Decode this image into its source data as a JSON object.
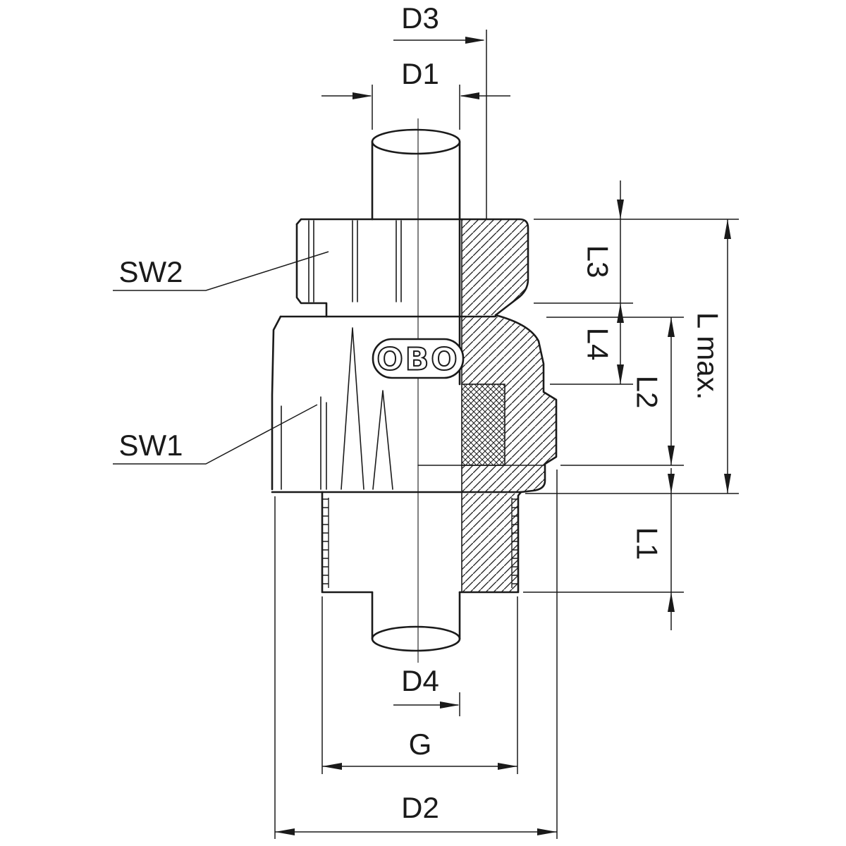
{
  "colors": {
    "background": "#ffffff",
    "ink": "#1a1a1a"
  },
  "logo": {
    "text": "OBO"
  },
  "labels": {
    "d3": "D3",
    "d1": "D1",
    "sw2": "SW2",
    "sw1": "SW1",
    "l3": "L3",
    "l4": "L4",
    "l2": "L2",
    "l_max": "L max.",
    "l1": "L1",
    "d4": "D4",
    "g": "G",
    "d2": "D2"
  }
}
